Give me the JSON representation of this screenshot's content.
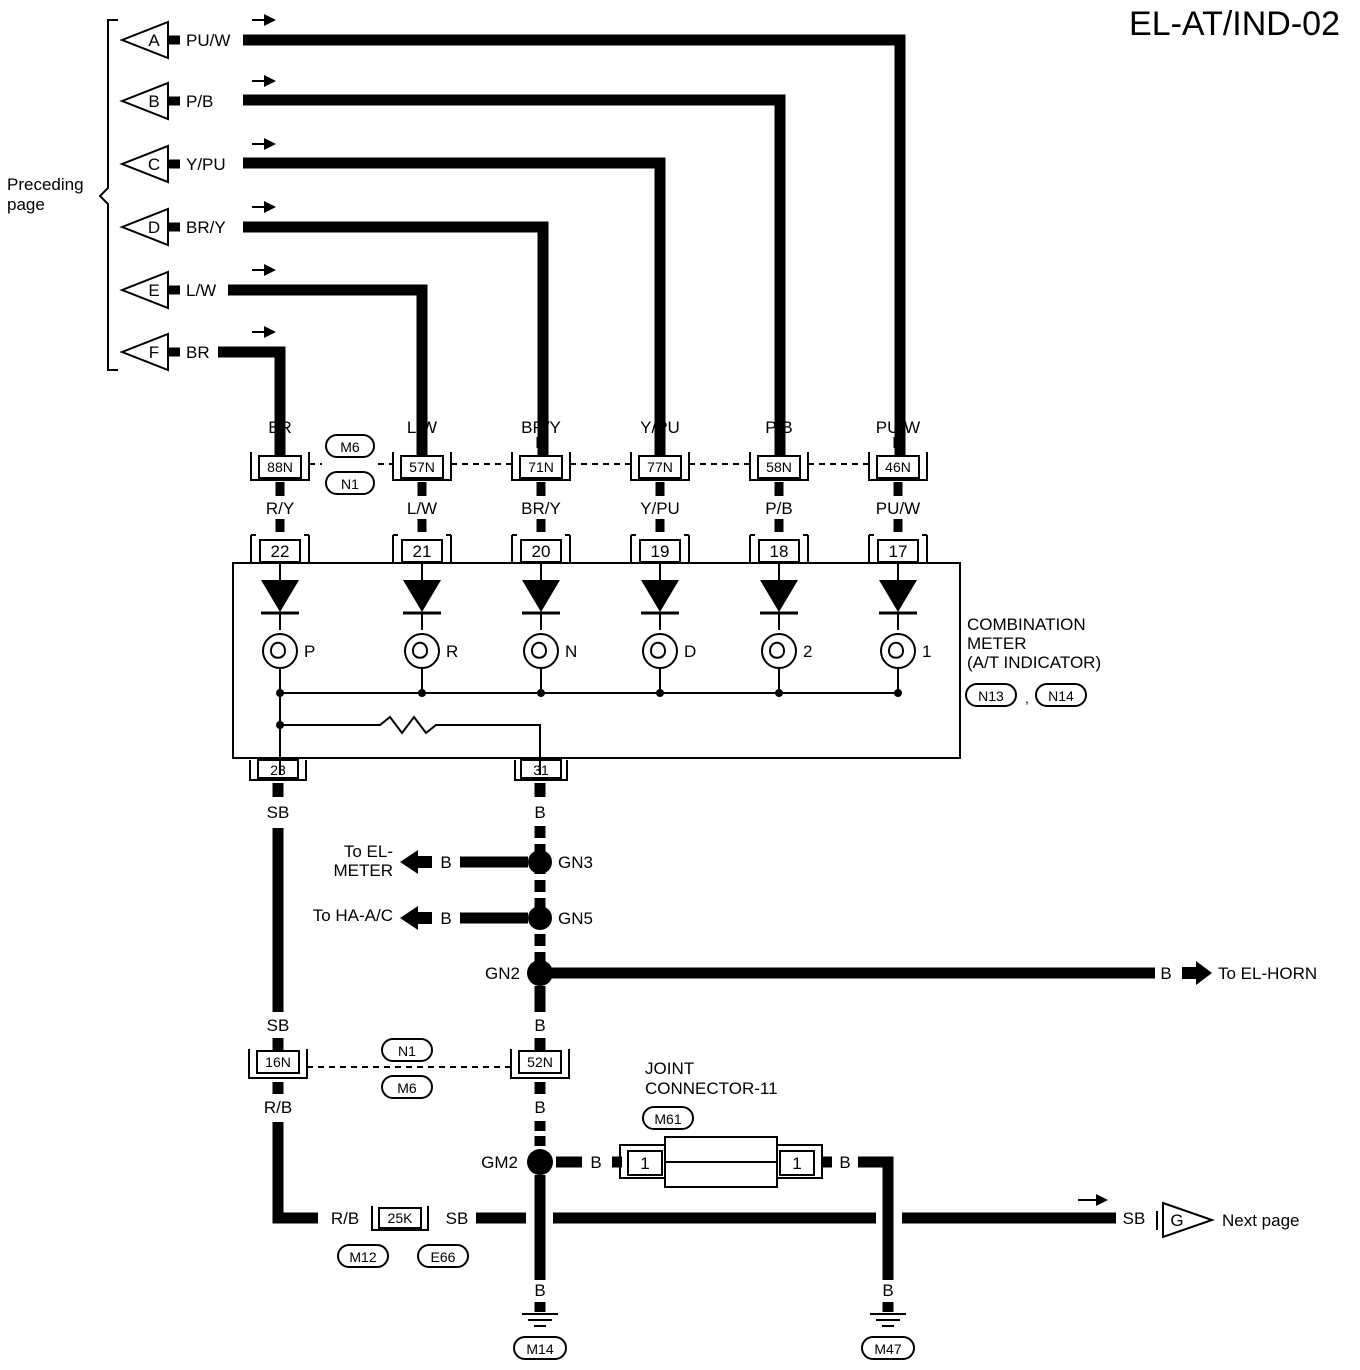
{
  "title": "EL-AT/IND-02",
  "preceding": {
    "line1": "Preceding",
    "line2": "page"
  },
  "inputs": [
    {
      "letter": "A",
      "color": "PU/W"
    },
    {
      "letter": "B",
      "color": "P/B"
    },
    {
      "letter": "C",
      "color": "Y/PU"
    },
    {
      "letter": "D",
      "color": "BR/Y"
    },
    {
      "letter": "E",
      "color": "L/W"
    },
    {
      "letter": "F",
      "color": "BR"
    }
  ],
  "connector_row": {
    "ids": [
      "M6",
      "N1"
    ],
    "columns": [
      {
        "top": "BR",
        "pin": "88N",
        "bottom": "R/Y",
        "meter_pin": "22",
        "lamp": "P"
      },
      {
        "top": "L/W",
        "pin": "57N",
        "bottom": "L/W",
        "meter_pin": "21",
        "lamp": "R"
      },
      {
        "top": "BR/Y",
        "pin": "71N",
        "bottom": "BR/Y",
        "meter_pin": "20",
        "lamp": "N"
      },
      {
        "top": "Y/PU",
        "pin": "77N",
        "bottom": "Y/PU",
        "meter_pin": "19",
        "lamp": "D"
      },
      {
        "top": "P/B",
        "pin": "58N",
        "bottom": "P/B",
        "meter_pin": "18",
        "lamp": "2"
      },
      {
        "top": "PU/W",
        "pin": "46N",
        "bottom": "PU/W",
        "meter_pin": "17",
        "lamp": "1"
      }
    ]
  },
  "meter": {
    "line1": "COMBINATION",
    "line2": "METER",
    "line3": "(A/T INDICATOR)",
    "ids": [
      "N13",
      "N14"
    ],
    "sep": ",",
    "pin_left": "23",
    "pin_right": "31"
  },
  "ground_path": {
    "b": "B",
    "to_el_meter": {
      "line1": "To EL-",
      "line2": "METER"
    },
    "gn3": "GN3",
    "to_ha_ac": "To HA-A/C",
    "gn5": "GN5",
    "gn2": "GN2",
    "to_el_horn": "To EL-HORN",
    "gm2": "GM2"
  },
  "lower_connector": {
    "ids": [
      "N1",
      "M6"
    ],
    "pin_left": "16N",
    "pin_right": "52N"
  },
  "sb": "SB",
  "rb": "R/B",
  "joint": {
    "line1": "JOINT",
    "line2": "CONNECTOR-11",
    "id": "M61",
    "pin": "1"
  },
  "in_line": {
    "pin": "25K",
    "ids": [
      "M12",
      "E66"
    ]
  },
  "next": {
    "letter": "G",
    "label": "Next page"
  },
  "grounds": [
    "M14",
    "M47"
  ]
}
